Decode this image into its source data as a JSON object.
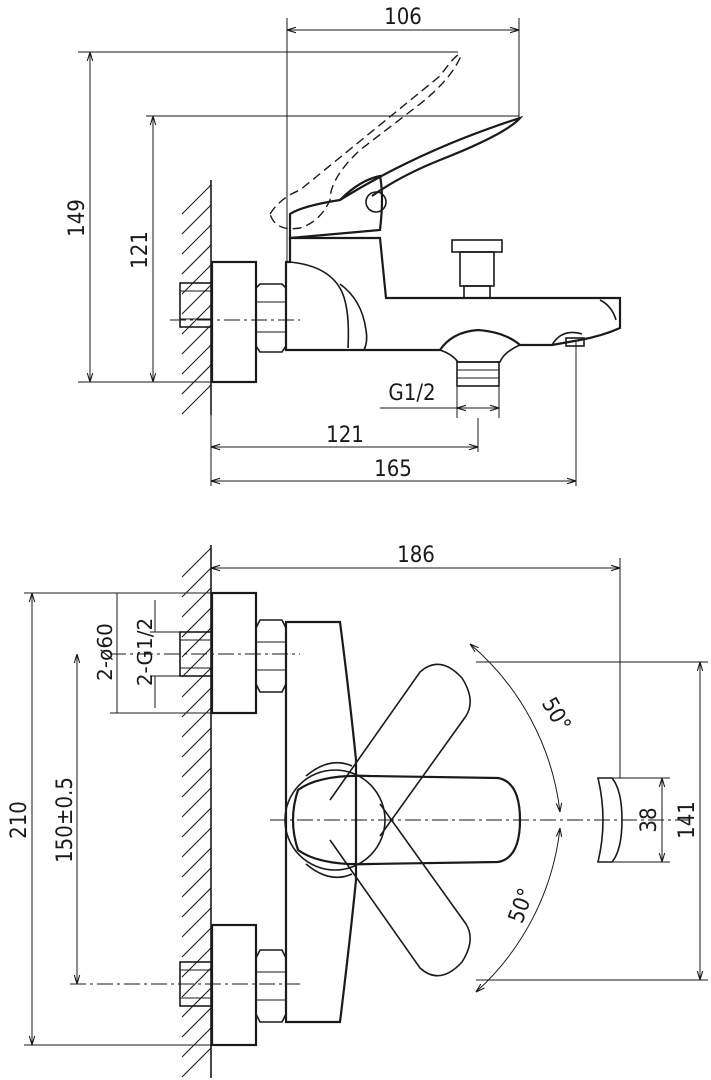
{
  "side_view": {
    "dim_width_top": "106",
    "dim_height_total": "149",
    "dim_height_spout": "121",
    "dim_thread": "G1/2",
    "dim_horiz_121": "121",
    "dim_horiz_165": "165"
  },
  "front_view": {
    "dim_width_186": "186",
    "dim_height_210": "210",
    "dim_diameter": "2-ø60",
    "dim_thread": "2-G1/2",
    "dim_spacing": "150±0.5",
    "dim_angle_top": "50°",
    "dim_angle_bottom": "50°",
    "dim_38": "38",
    "dim_141": "141"
  }
}
